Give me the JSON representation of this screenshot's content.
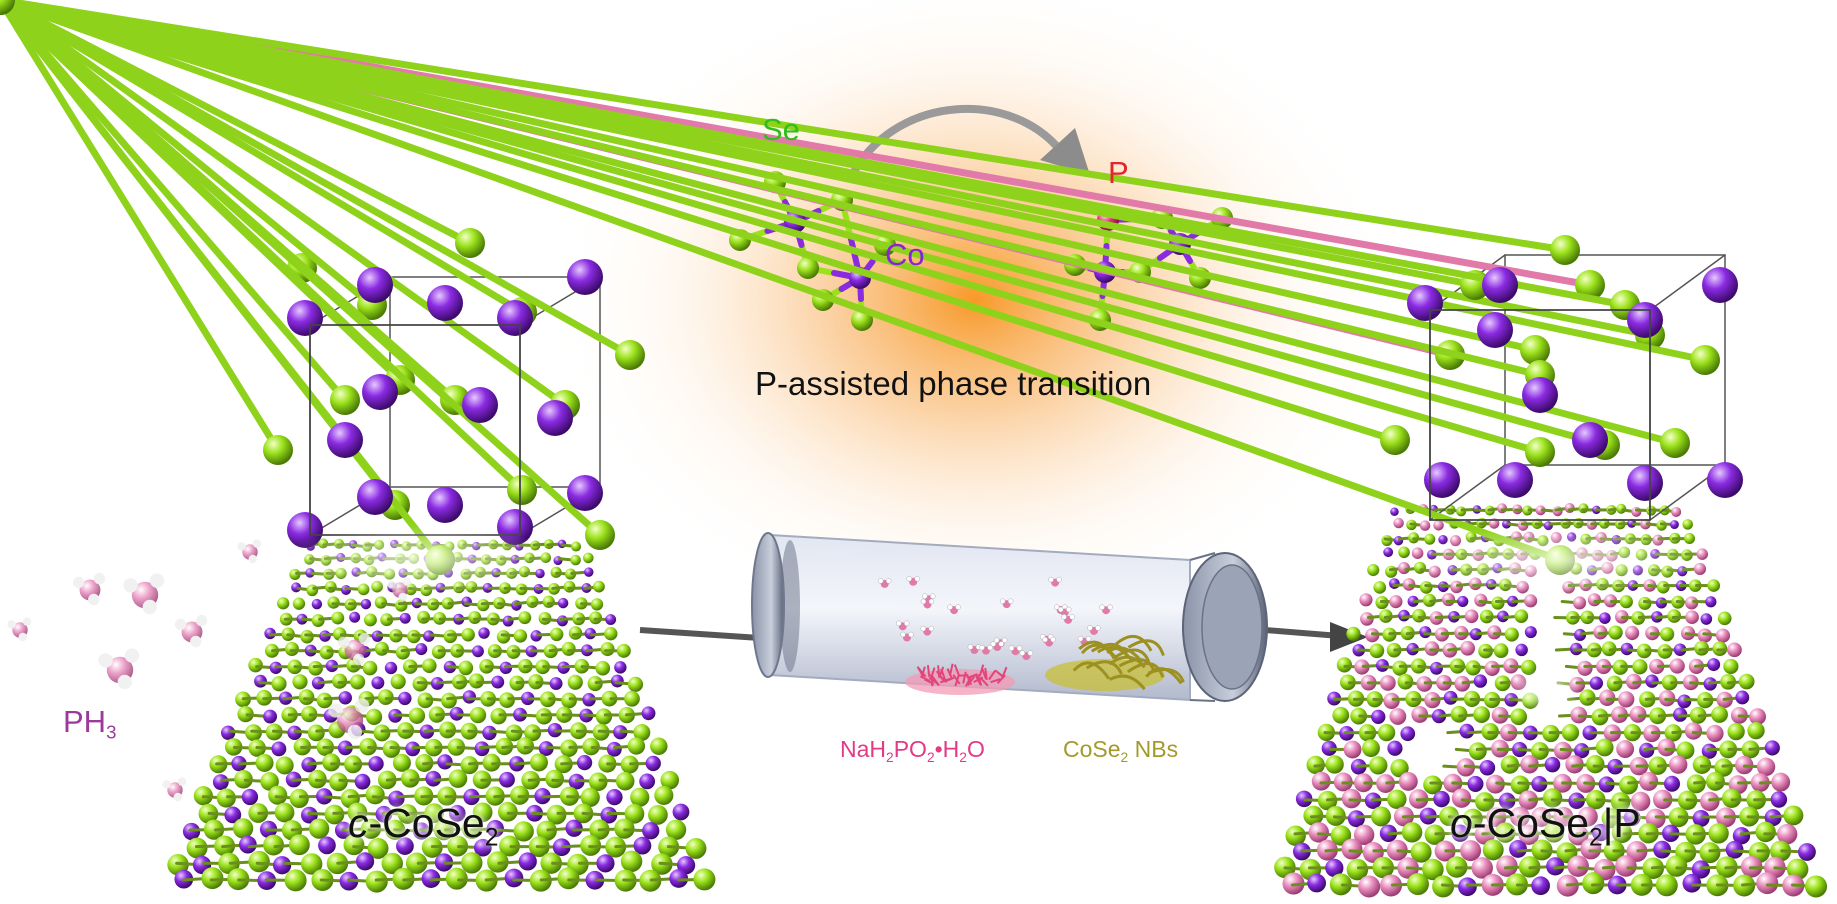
{
  "diagram": {
    "title": "P-assisted phase transition",
    "atom_labels": {
      "se": "Se",
      "co": "Co",
      "p": "P"
    },
    "gas_label": {
      "main": "PH",
      "sub": "3"
    },
    "reagent": {
      "a": "NaH",
      "a_sub": "2",
      "b": "PO",
      "b_sub": "2",
      "c": "•H",
      "c_sub": "2",
      "d": "O"
    },
    "precursor": {
      "main": "CoSe",
      "sub": "2",
      "tail": " NBs"
    },
    "left_phase": {
      "prefix": "c",
      "main": "-CoSe",
      "sub": "2",
      "tail": ""
    },
    "right_phase": {
      "prefix": "o",
      "main": "-CoSe",
      "sub": "2",
      "tail": "|P"
    }
  },
  "colors": {
    "cobalt": "#8a2be2",
    "selenium": "#9be21b",
    "phosphorus": "#ea8fbf",
    "se_text": "#2fbf1a",
    "co_text": "#8a23d8",
    "p_text": "#e3262c",
    "glow": "#f7941d"
  }
}
